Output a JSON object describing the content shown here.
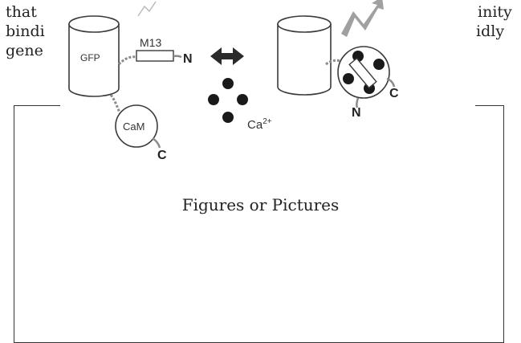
{
  "page": {
    "text_lines": [
      "that",
      "bindi",
      "gene"
    ],
    "right_fragments": [
      "inity",
      "idly"
    ],
    "placeholder": "Figures or Pictures"
  },
  "diagram": {
    "left_state": {
      "barrel_label": "GFP",
      "peptide_label": "M13",
      "n_terminus": "N",
      "domain_label": "CaM",
      "c_terminus": "C"
    },
    "ions_label": "Ca",
    "ions_charge": "2+",
    "right_state": {
      "c_terminus": "C",
      "n_terminus": "N"
    },
    "colors": {
      "outline": "#3a3a3a",
      "linker": "#8a8a8a",
      "fluorescence": "#a0a0a0",
      "ion": "#1a1a1a"
    }
  }
}
